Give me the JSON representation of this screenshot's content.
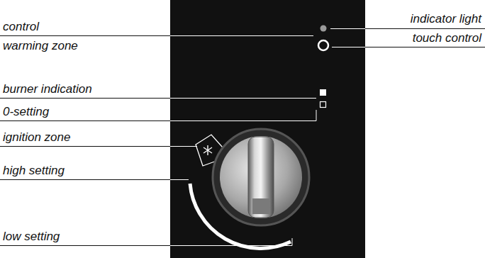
{
  "diagram": {
    "labels": [
      "control",
      "warming zone",
      "burner indication",
      "0-setting",
      "ignition zone",
      "high setting",
      "low setting",
      "indicator light",
      "touch control"
    ]
  }
}
